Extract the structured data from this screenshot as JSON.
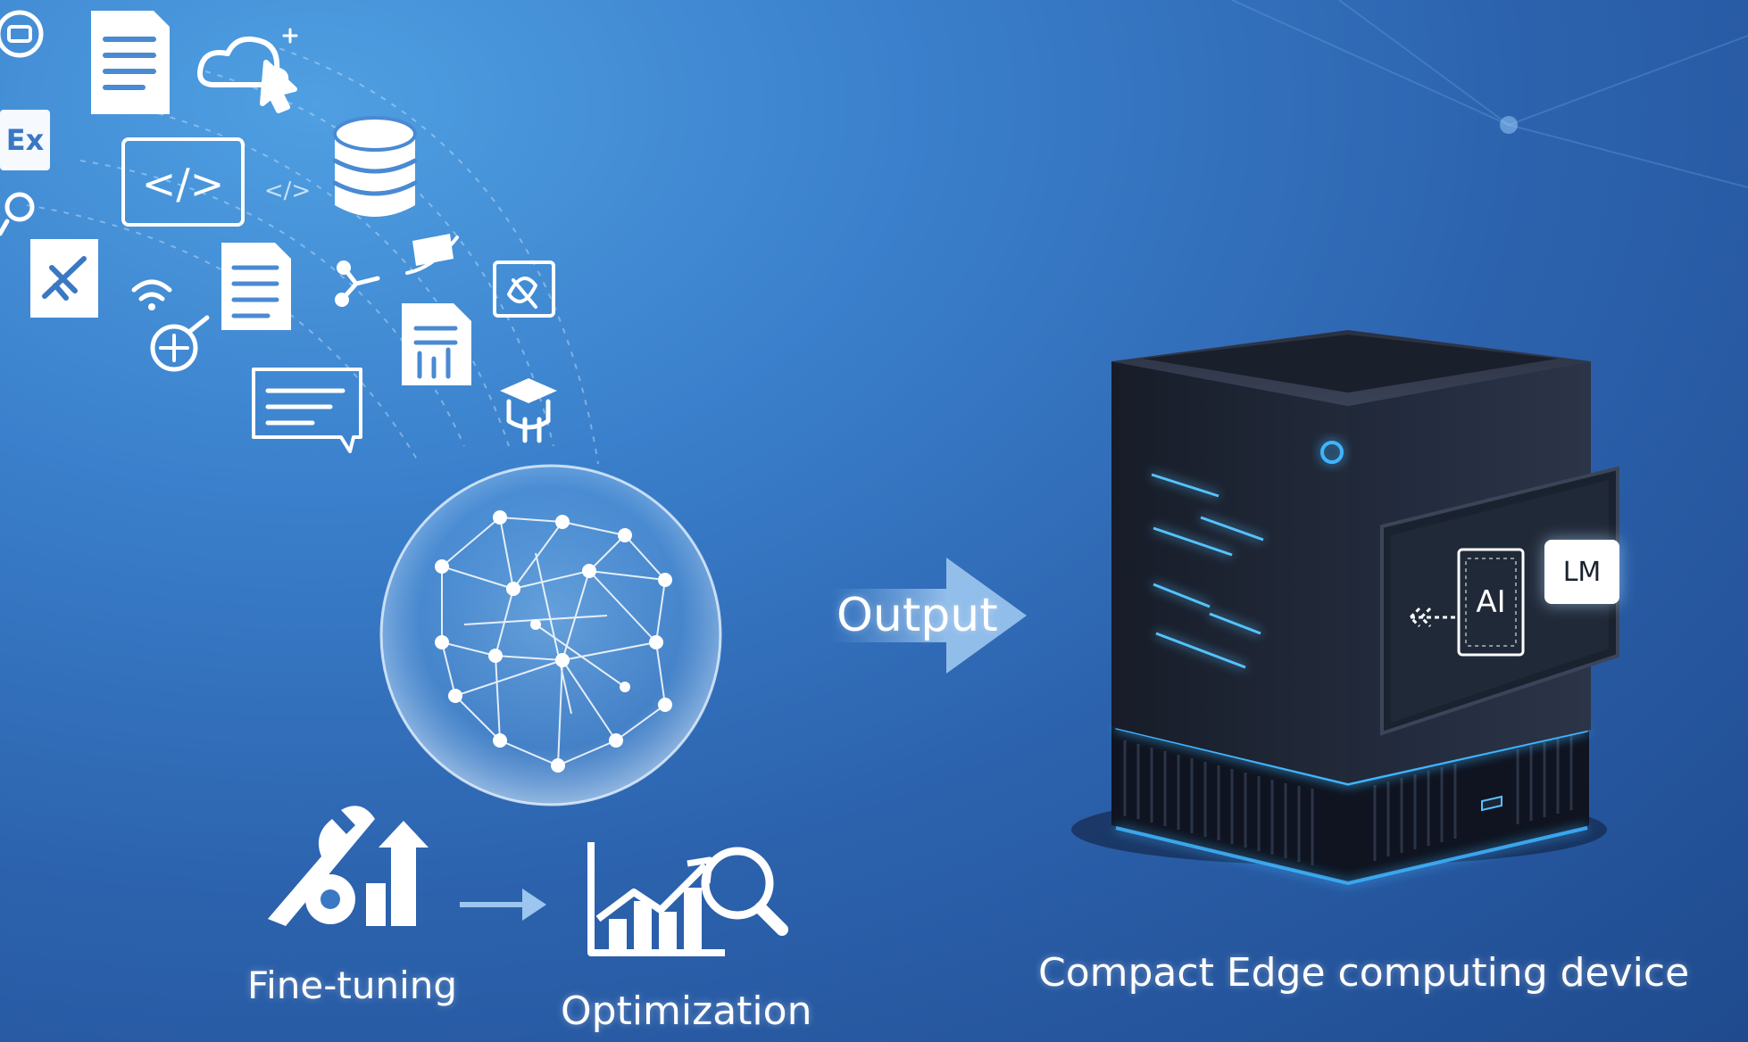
{
  "labels": {
    "output": "Output",
    "fine_tuning": "Fine-tuning",
    "optimization": "Optimization",
    "device": "Compact Edge computing device"
  },
  "tiles": {
    "excel": "Ex",
    "code": "</>",
    "ai": "AI",
    "lm": "LM"
  },
  "colors": {
    "background": "#2c62ad",
    "device_body": "#1c2230",
    "glow": "#3fb4ff",
    "icon": "#ffffff"
  }
}
